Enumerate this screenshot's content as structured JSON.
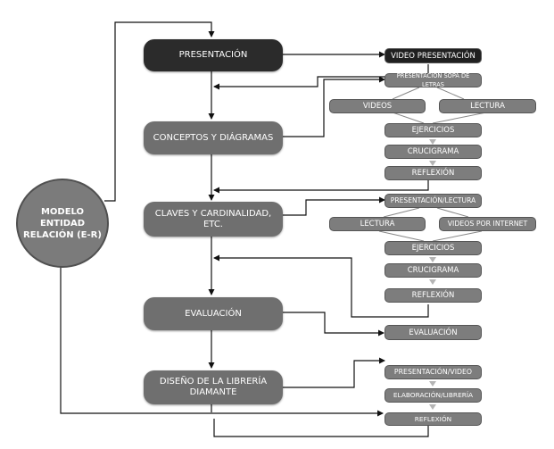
{
  "diagram": {
    "root": "MODELO ENTIDAD RELACIÓN (E-R)",
    "main_steps": [
      "PRESENTACIÓN",
      "CONCEPTOS Y DIÁGRAMAS",
      "CLAVES Y CARDINALIDAD, ETC.",
      "EVALUACIÓN",
      "DISEÑO DE LA LIBRERÍA DIAMANTE"
    ],
    "presentacion": {
      "video": "VIDEO PRESENTACIÓN"
    },
    "conceptos": {
      "intro": "PRESENTACIÓN SOPA DE LETRAS",
      "videos": "VIDEOS",
      "lectura": "LECTURA",
      "ejercicios": "EJERCICIOS",
      "crucigrama": "CRUCIGRAMA",
      "reflexion": "REFLEXIÓN"
    },
    "claves": {
      "intro": "PRESENTACIÓN/LECTURA",
      "lectura": "LECTURA",
      "videos_internet": "VIDEOS POR INTERNET",
      "ejercicios": "EJERCICIOS",
      "crucigrama": "CRUCIGRAMA",
      "reflexion": "REFLEXIÓN"
    },
    "evaluacion": {
      "item": "EVALUACIÓN"
    },
    "diseno": {
      "presentacion_video": "PRESENTACIÓN/VIDEO",
      "elaboracion": "ELABORACIÓN/LIBRERÍA",
      "reflexion": "REFLEXIÓN"
    }
  }
}
